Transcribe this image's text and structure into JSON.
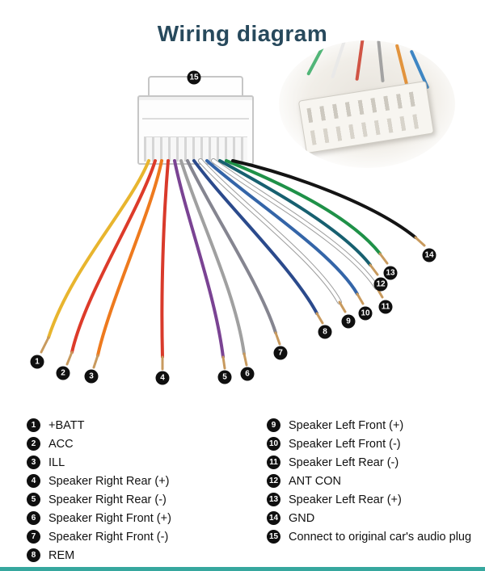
{
  "title": "Wiring diagram",
  "theme": {
    "title_color": "#27495c",
    "badge_bg": "#0f0f0f",
    "badge_fg": "#ffffff",
    "tip_color": "#c89a5e",
    "white_wire_outline": "#9b9b9b",
    "footer_bar_color": "#36a79e"
  },
  "connector": {
    "badge": "15"
  },
  "inset": {
    "wire_colors": [
      "#3fae6a",
      "#e8e8e8",
      "#cc4433",
      "#9a9a9a",
      "#e0892a",
      "#2a7abf"
    ]
  },
  "wires": [
    {
      "num": "1",
      "color": "#e8b52e"
    },
    {
      "num": "2",
      "color": "#dd3b2a"
    },
    {
      "num": "3",
      "color": "#ee7a1e"
    },
    {
      "num": "4",
      "color": "#d93a2b"
    },
    {
      "num": "5",
      "color": "#7a4393"
    },
    {
      "num": "6",
      "color": "#a0a0a0"
    },
    {
      "num": "7",
      "color": "#858590"
    },
    {
      "num": "8",
      "color": "#2b4a8c"
    },
    {
      "num": "9",
      "color": "#ffffff"
    },
    {
      "num": "10",
      "color": "#3465a8"
    },
    {
      "num": "11",
      "color": "#ffffff"
    },
    {
      "num": "12",
      "color": "#176070"
    },
    {
      "num": "13",
      "color": "#1f9148"
    },
    {
      "num": "14",
      "color": "#141414"
    }
  ],
  "legend": {
    "left": [
      {
        "num": "1",
        "label": "+BATT"
      },
      {
        "num": "2",
        "label": "ACC"
      },
      {
        "num": "3",
        "label": "ILL"
      },
      {
        "num": "4",
        "label": "Speaker Right Rear (+)"
      },
      {
        "num": "5",
        "label": "Speaker Right Rear (-)"
      },
      {
        "num": "6",
        "label": "Speaker Right Front (+)"
      },
      {
        "num": "7",
        "label": "Speaker Right Front (-)"
      },
      {
        "num": "8",
        "label": "REM"
      }
    ],
    "right": [
      {
        "num": "9",
        "label": "Speaker Left Front (+)"
      },
      {
        "num": "10",
        "label": "Speaker Left Front (-)"
      },
      {
        "num": "11",
        "label": "Speaker Left Rear (-)"
      },
      {
        "num": "12",
        "label": "ANT CON"
      },
      {
        "num": "13",
        "label": "Speaker Left Rear (+)"
      },
      {
        "num": "14",
        "label": "GND"
      },
      {
        "num": "15",
        "label": "Connect to original car's audio plug"
      }
    ]
  }
}
